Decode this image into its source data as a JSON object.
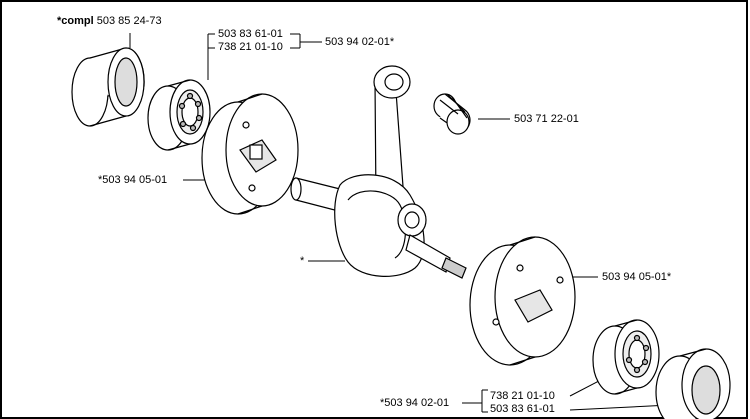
{
  "labels": {
    "compl_prefix": "*compl",
    "compl_number": "503 85 24-73",
    "bearing_top_a": "503 83 61-01",
    "bearing_top_b": "738 21 01-10",
    "kit_top": "503 94 02-01*",
    "needle_bearing": "503 71 22-01",
    "half_left": "*503 94 05-01",
    "crank_star": "*",
    "half_right": "503 94 05-01*",
    "kit_bottom": "*503 94 02-01",
    "bearing_bottom_a": "738 21 01-10",
    "bearing_bottom_b": "503 83 61-01"
  }
}
